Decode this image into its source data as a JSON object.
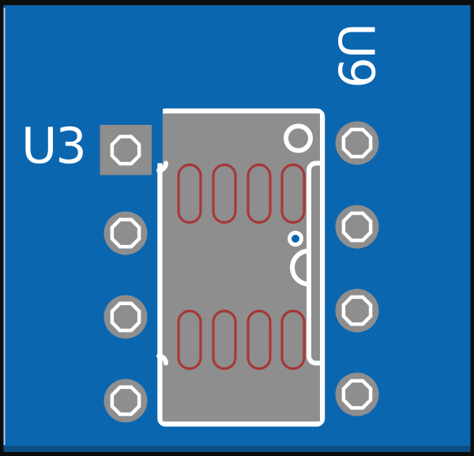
{
  "colors": {
    "frame_black": "#0d0d0d",
    "board_blue": "#0b66b0",
    "board_blue_dark": "#0e4d86",
    "edge_light": "#b9cfe4",
    "pad_gray": "#8e8e8e",
    "silk_white": "#ffffff",
    "slot_red": "#a83737"
  },
  "components": {
    "u3": {
      "designator": "U3"
    },
    "u9": {
      "designator": "U9"
    }
  },
  "board": {
    "through_hole_pad_count": 8,
    "square_pad_count": 1,
    "round_pad_count": 7,
    "red_slot_count": 8
  }
}
